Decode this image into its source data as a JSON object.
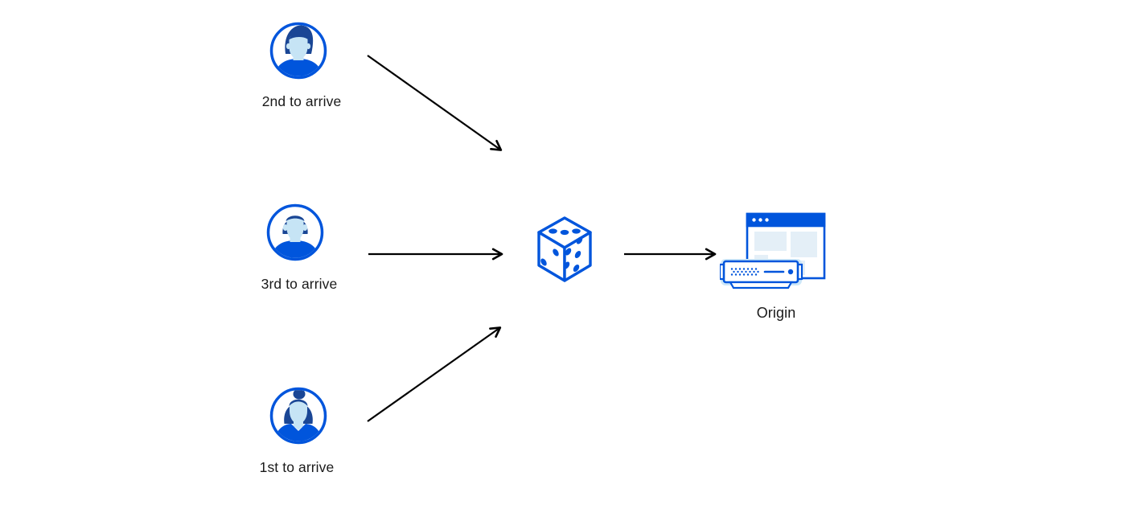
{
  "diagram": {
    "background": "#ffffff",
    "clients": [
      {
        "id": "client-top",
        "label": "2nd to arrive",
        "icon": "male-user-avatar"
      },
      {
        "id": "client-middle",
        "label": "3rd to arrive",
        "icon": "male-user-avatar"
      },
      {
        "id": "client-bottom",
        "label": "1st to arrive",
        "icon": "female-user-avatar"
      }
    ],
    "randomizer": {
      "icon": "dice"
    },
    "origin": {
      "label": "Origin",
      "icon": "origin-server-browser"
    },
    "arrows": [
      {
        "from": "client-top",
        "to": "dice",
        "direction": "down-right"
      },
      {
        "from": "client-middle",
        "to": "dice",
        "direction": "right"
      },
      {
        "from": "client-bottom",
        "to": "dice",
        "direction": "up-right"
      },
      {
        "from": "dice",
        "to": "origin",
        "direction": "right"
      }
    ],
    "colors": {
      "primary_blue": "#0055dc",
      "dark_navy_hair": "#1a4695",
      "light_face_blue": "#c6e4f5",
      "pale_panel_blue": "#e4eff7",
      "server_glow_blue": "#cde7f8",
      "arrow_black": "#000000",
      "label_text": "#1a1a1a"
    }
  }
}
